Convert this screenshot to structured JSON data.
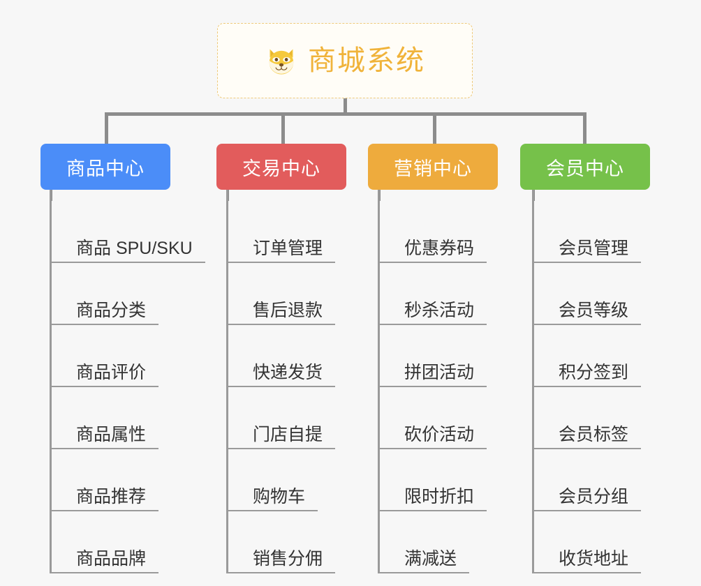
{
  "background_color": "#f7f7f7",
  "root": {
    "title": "商城系统",
    "icon": "shiba-dog-face-icon",
    "text_color": "#f0b33a",
    "border_color": "#eec97a",
    "fill_color": "#fffdf7"
  },
  "connector_color": "#8c8c8c",
  "columns": [
    {
      "key": "product_center",
      "header": "商品中心",
      "color": "#4b8df8",
      "items": [
        "商品 SPU/SKU",
        "商品分类",
        "商品评价",
        "商品属性",
        "商品推荐",
        "商品品牌"
      ]
    },
    {
      "key": "trade_center",
      "header": "交易中心",
      "color": "#e25c5c",
      "items": [
        "订单管理",
        "售后退款",
        "快递发货",
        "门店自提",
        "购物车",
        "销售分佣"
      ]
    },
    {
      "key": "marketing_center",
      "header": "营销中心",
      "color": "#eeab3d",
      "items": [
        "优惠券码",
        "秒杀活动",
        "拼团活动",
        "砍价活动",
        "限时折扣",
        "满减送"
      ]
    },
    {
      "key": "member_center",
      "header": "会员中心",
      "color": "#76c14a",
      "items": [
        "会员管理",
        "会员等级",
        "积分签到",
        "会员标签",
        "会员分组",
        "收货地址"
      ]
    }
  ]
}
